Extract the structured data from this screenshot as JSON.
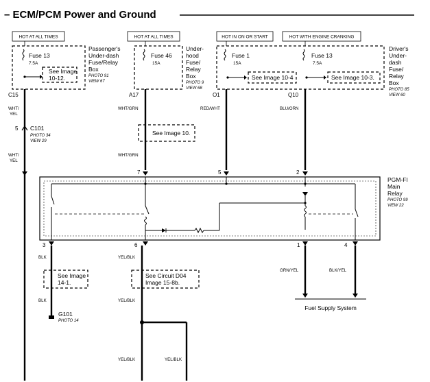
{
  "title": "– ECM/PCM Power and Ground",
  "headers": [
    "HOT AT ALL TIMES",
    "HOT AT ALL TIMES",
    "HOT IN ON OR START",
    "HOT WITH ENGINE CRANKING"
  ],
  "fuse_boxes": [
    {
      "fuse": "Fuse 13",
      "amp": "7.5A",
      "see": [
        "See Image",
        "10-12."
      ],
      "box_lines": [
        "Passenger's",
        "Under-dash",
        "Fuse/Relay",
        "Box"
      ],
      "photo": "PHOTO 91",
      "view": "VIEW 67",
      "pin": "C15"
    },
    {
      "fuse": "Fuse 46",
      "amp": "15A",
      "box_lines": [
        "Under-",
        "hood",
        "Fuse/",
        "Relay",
        "Box"
      ],
      "photo": "PHOTO 9",
      "view": "VIEW 68",
      "pin": "A17"
    },
    {
      "fuse_a": "Fuse 1",
      "amp_a": "15A",
      "see_a": "See Image 10-4",
      "fuse_b": "Fuse 13",
      "amp_b": "7.5A",
      "see_b": "See Image 10-3.",
      "box_lines": [
        "Driver's",
        "Under-",
        "dash",
        "Fuse/",
        "Relay",
        "Box"
      ],
      "photo": "PHOTO 85",
      "view": "VIEW 60",
      "pin_a": "O1",
      "pin_b": "Q10"
    }
  ],
  "wires": {
    "w1_top": [
      "WHT/",
      "YEL"
    ],
    "w1_bot": [
      "WHT/",
      "YEL"
    ],
    "w2_top": "WHT/GRN",
    "w2_bot": "WHT/GRN",
    "w3": "RED/WHT",
    "w4": "BLU/ORN",
    "w5_top": "BLK",
    "w5_bot": "BLK",
    "w6_top": "YEL/BLK",
    "w6_bot": "YEL/BLK",
    "w7": "GRN/YEL",
    "w8": "BLK/YEL",
    "w9_a": "YEL/BLK",
    "w9_b": "YEL/BLK"
  },
  "connector": {
    "pin": "5",
    "name": "C101",
    "photo": "PHOTO 34",
    "view": "VIEW 29"
  },
  "see_mid": "See Image 10.",
  "relay": {
    "lines": [
      "PGM-FI",
      "Main",
      "Relay"
    ],
    "photo": "PHOTO 99",
    "view": "VIEW 22",
    "top_pins": [
      "7",
      "5",
      "2"
    ],
    "bottom_pins": [
      "3",
      "6",
      "1",
      "4"
    ]
  },
  "see_bottom_left": [
    "See Image",
    "14-1."
  ],
  "see_bottom_mid": [
    "See Circuit D04",
    "Image 15-8b."
  ],
  "ground": {
    "name": "G101",
    "photo": "PHOTO 14"
  },
  "fuel_system": "Fuel Supply System"
}
